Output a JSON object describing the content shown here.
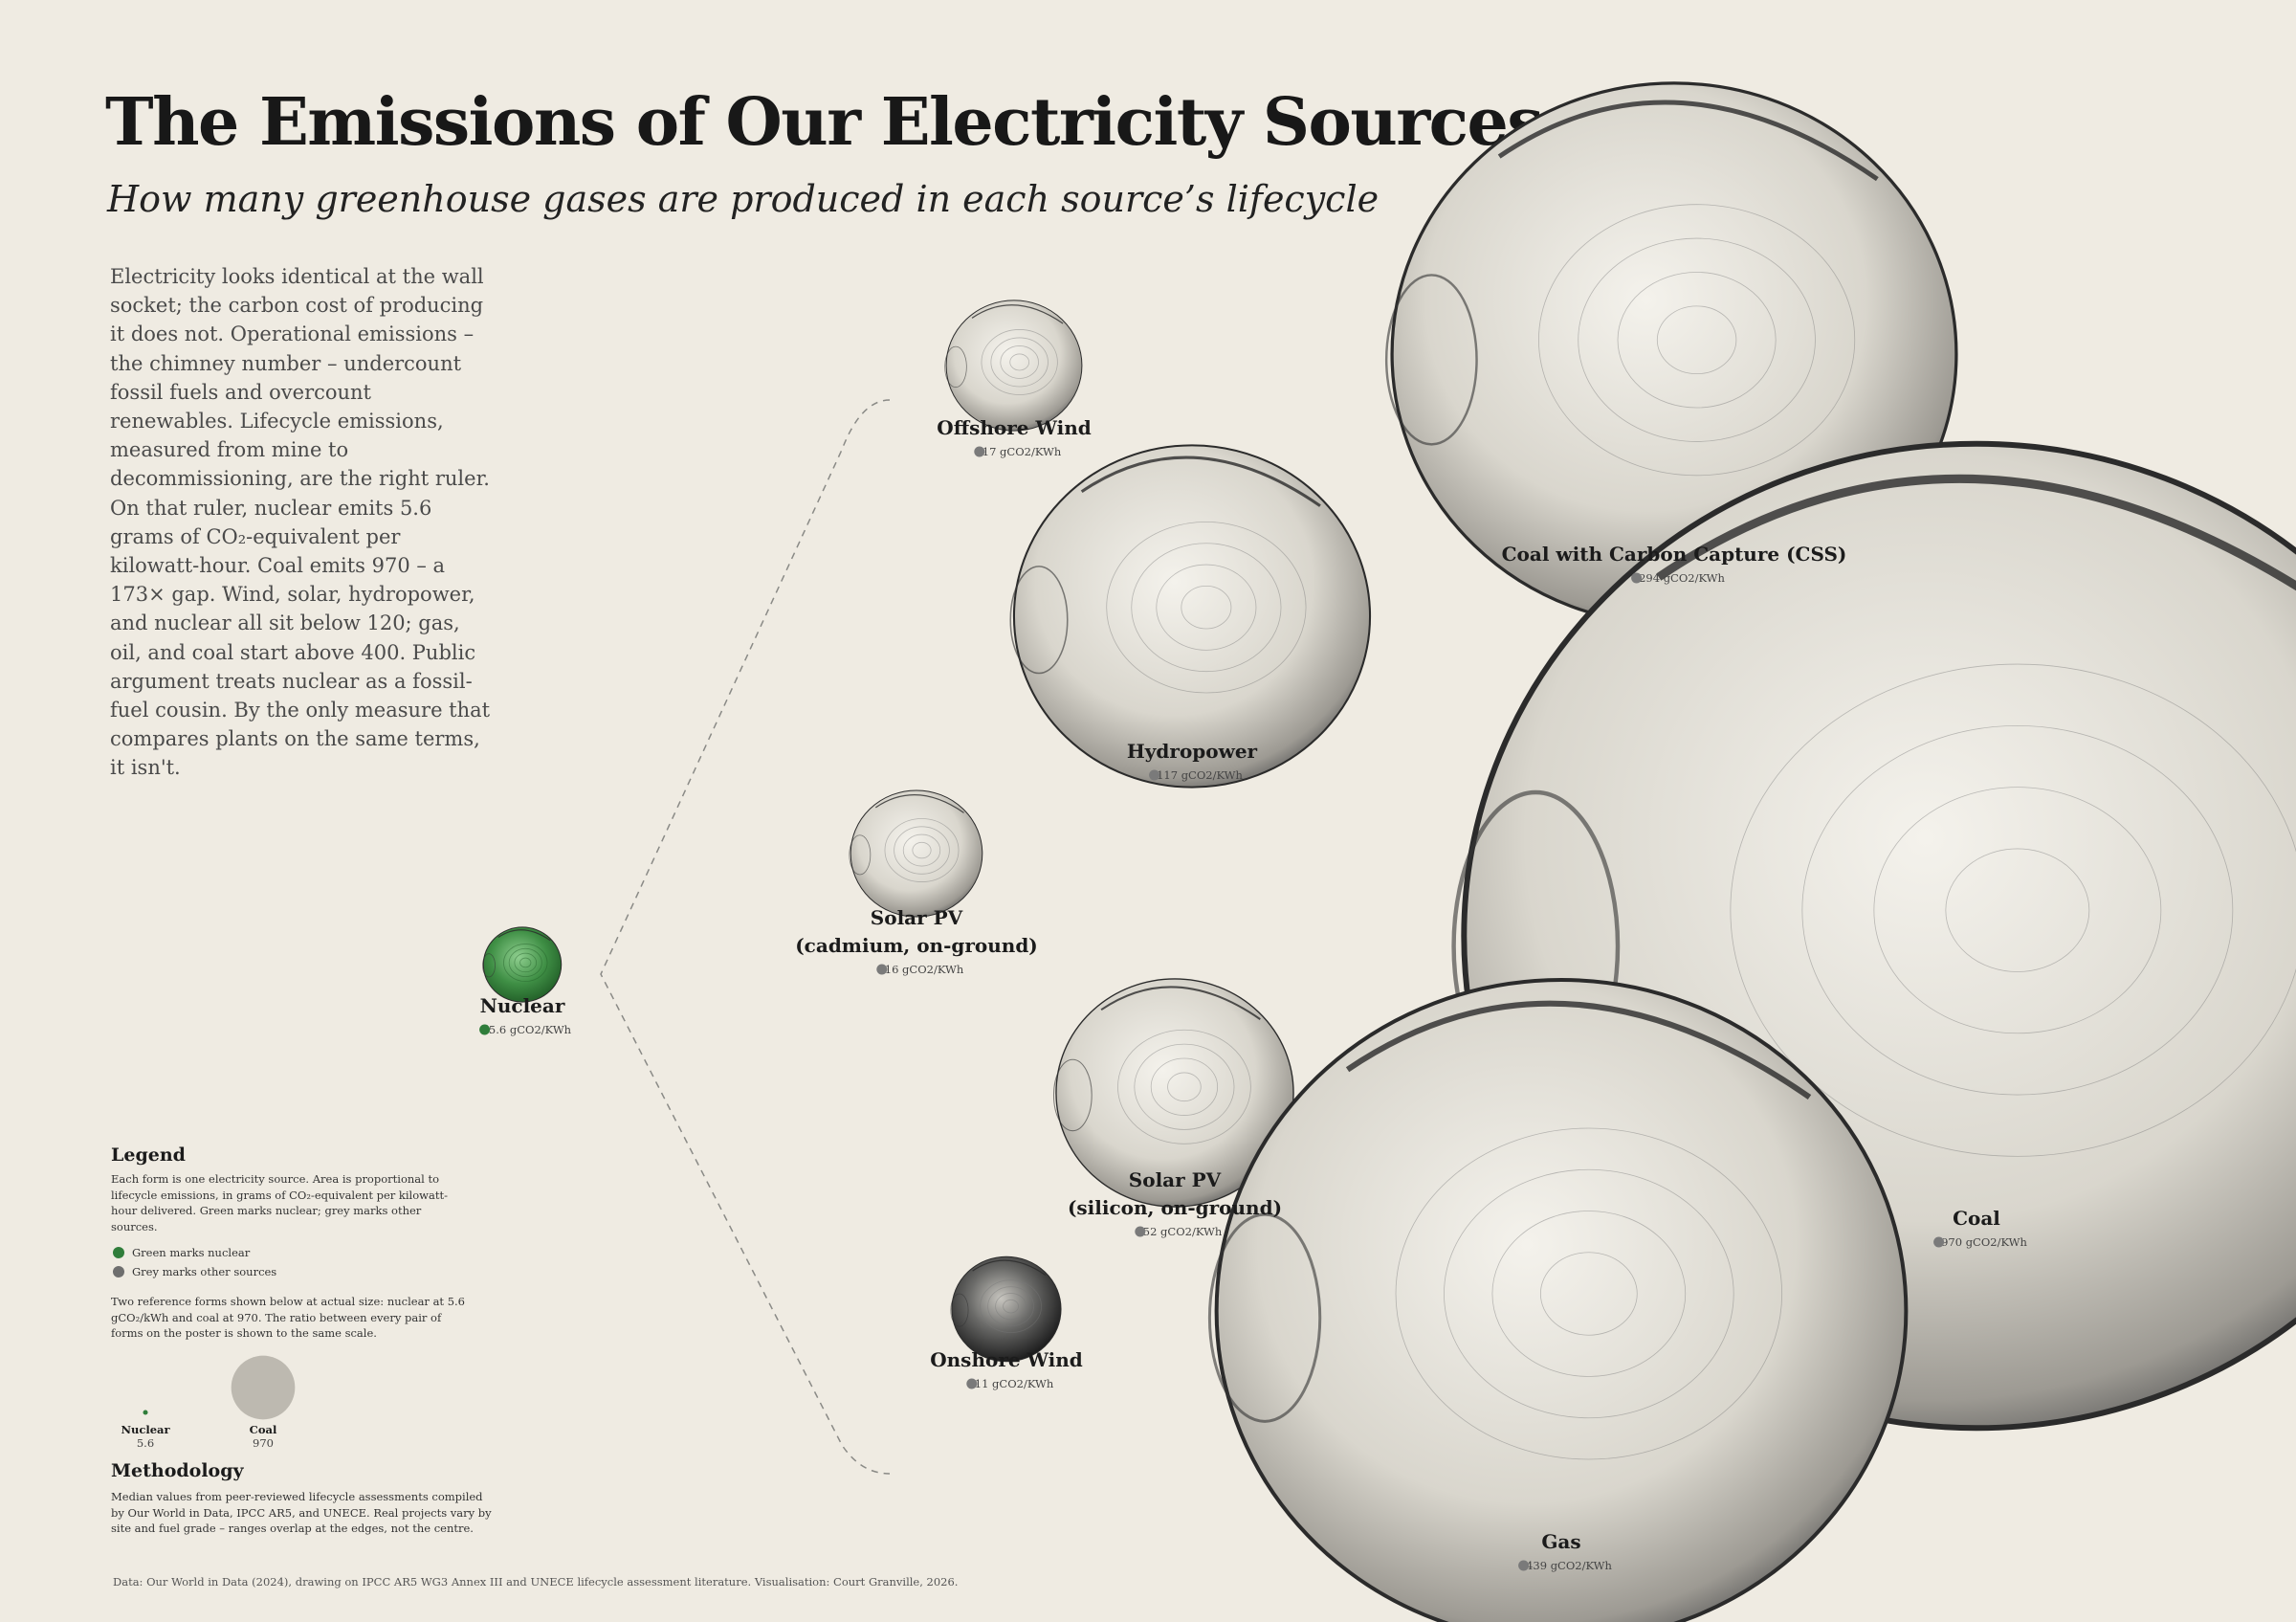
{
  "header": {
    "title": "The Emissions of Our Electricity Sources",
    "subtitle": "How many greenhouse gases are produced in each source’s lifecycle"
  },
  "intro": "Electricity looks identical at the wall socket; the carbon cost of producing it does not. Operational emissions – the chimney number – undercount fossil fuels and overcount renewables. Lifecycle emissions, measured from mine to decommissioning, are the right ruler. On that ruler, nuclear emits 5.6 grams of CO₂-equivalent per kilowatt-hour. Coal emits 970 – a 173× gap. Wind, solar, hydropower, and nuclear all sit below 120; gas, oil, and coal start above 400. Public argument treats nuclear as a fossil-fuel cousin. By the only measure that compares plants on the same terms, it isn't.",
  "legend": {
    "title": "Legend",
    "description": "Each form is one electricity source. Area is proportional to lifecycle emissions, in grams of CO₂-equivalent per kilowatt-hour delivered. Green marks nuclear; grey marks other sources.",
    "keys": [
      {
        "label": "Green marks nuclear",
        "color": "#2f7d3a"
      },
      {
        "label": "Grey marks other sources",
        "color": "#6e6e6e"
      }
    ],
    "reference_note": "Two reference forms shown below at actual size: nuclear at 5.6 gCO₂/kWh and coal at 970. The ratio between every pair of forms on the poster is shown to the same scale.",
    "references": [
      {
        "name": "Nuclear",
        "value": "5.6",
        "color": "#2f7d3a"
      },
      {
        "name": "Coal",
        "value": "970",
        "color": "#bdb9b0"
      }
    ]
  },
  "methodology": {
    "title": "Methodology",
    "text": "Median values from peer-reviewed lifecycle assessments compiled by Our World in Data, IPCC AR5, and UNECE. Real projects vary by site and fuel grade – ranges overlap at the edges, not the centre."
  },
  "source": "Data: Our World in Data (2024), drawing on IPCC AR5 WG3 Annex III and UNECE lifecycle assessment literature. Visualisation: Court Granville, 2026.",
  "chart_data": {
    "type": "bubble",
    "unit": "gCO2/KWh",
    "encoding": "area proportional to lifecycle emissions",
    "colors": {
      "nuclear": "#2f7d3a",
      "other": "#7a7a7a"
    },
    "series": [
      {
        "label_lines": [
          "Nuclear"
        ],
        "value": 5.6,
        "value_label": "5.6 gCO2/KWh",
        "highlight": true
      },
      {
        "label_lines": [
          "Offshore Wind"
        ],
        "value": 17,
        "value_label": "17 gCO2/KWh",
        "highlight": false
      },
      {
        "label_lines": [
          "Hydropower"
        ],
        "value": 117,
        "value_label": "117 gCO2/KWh",
        "highlight": false
      },
      {
        "label_lines": [
          "Solar PV",
          "(cadmium, on-ground)"
        ],
        "value": 16,
        "value_label": "16 gCO2/KWh",
        "highlight": false
      },
      {
        "label_lines": [
          "Solar PV",
          "(silicon, on-ground)"
        ],
        "value": 52,
        "value_label": "52 gCO2/KWh",
        "highlight": false
      },
      {
        "label_lines": [
          "Onshore Wind"
        ],
        "value": 11,
        "value_label": "11 gCO2/KWh",
        "highlight": false
      },
      {
        "label_lines": [
          "Coal with Carbon Capture (CSS)"
        ],
        "value": 294,
        "value_label": "294 gCO2/KWh",
        "highlight": false
      },
      {
        "label_lines": [
          "Coal"
        ],
        "value": 970,
        "value_label": "970 gCO2/KWh",
        "highlight": false
      },
      {
        "label_lines": [
          "Gas"
        ],
        "value": 439,
        "value_label": "439 gCO2/KWh",
        "highlight": false
      }
    ]
  }
}
